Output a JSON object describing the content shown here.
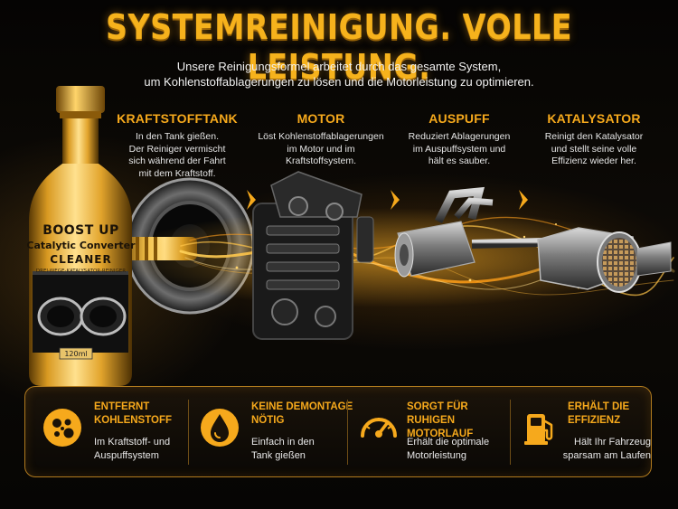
{
  "headline": "SYSTEMREINIGUNG. VOLLE LEISTUNG.",
  "subline": [
    "Unsere Reinigungsformel arbeitet durch das gesamte System,",
    "um Kohlenstoffablagerungen zu lösen und die Motorleistung zu optimieren."
  ],
  "steps": [
    {
      "title": "KRAFTSTOFFTANK",
      "desc": [
        "In den Tank gießen.",
        "Der Reiniger vermischt",
        "sich während der Fahrt",
        "mit dem Kraftstoff."
      ]
    },
    {
      "title": "MOTOR",
      "desc": [
        "Löst Kohlenstoffablagerungen",
        "im Motor und im",
        "Kraftstoffsystem."
      ]
    },
    {
      "title": "AUSPUFF",
      "desc": [
        "Reduziert Ablagerungen",
        "im Auspuffsystem und",
        "hält es sauber."
      ]
    },
    {
      "title": "KATALYSATOR",
      "desc": [
        "Reinigt den Katalysator",
        "und stellt seine volle",
        "Effizienz wieder her."
      ]
    }
  ],
  "bottle": {
    "brand": "BOOST UP",
    "line1": "Catalytic Converter",
    "line2": "CLEANER",
    "line3": "DREI-WEGE-KATALYSATOR-REINIGER",
    "volume": "120ml"
  },
  "benefits": [
    {
      "icon": "carbon-particles-icon",
      "title": [
        "ENTFERNT",
        "KOHLENSTOFF"
      ],
      "desc": [
        "Im Kraftstoff- und",
        "Auspuffsystem"
      ]
    },
    {
      "icon": "droplet-icon",
      "title": [
        "KEINE DEMONTAGE",
        "NÖTIG"
      ],
      "desc": [
        "Einfach in den",
        "Tank gießen"
      ]
    },
    {
      "icon": "gauge-icon",
      "title": [
        "SORGT FÜR",
        "RUHIGEN MOTORLAUF"
      ],
      "desc": [
        "Erhält die optimale",
        "Motorleistung"
      ]
    },
    {
      "icon": "fuel-pump-icon",
      "title": [
        "ERHÄLT DIE",
        "EFFIZIENZ"
      ],
      "desc": [
        "Hält Ihr Fahrzeug",
        "sparsam am Laufen"
      ]
    }
  ],
  "colors": {
    "accent": "#f6a91c",
    "background": "#050403",
    "border": "#b07a1e"
  }
}
